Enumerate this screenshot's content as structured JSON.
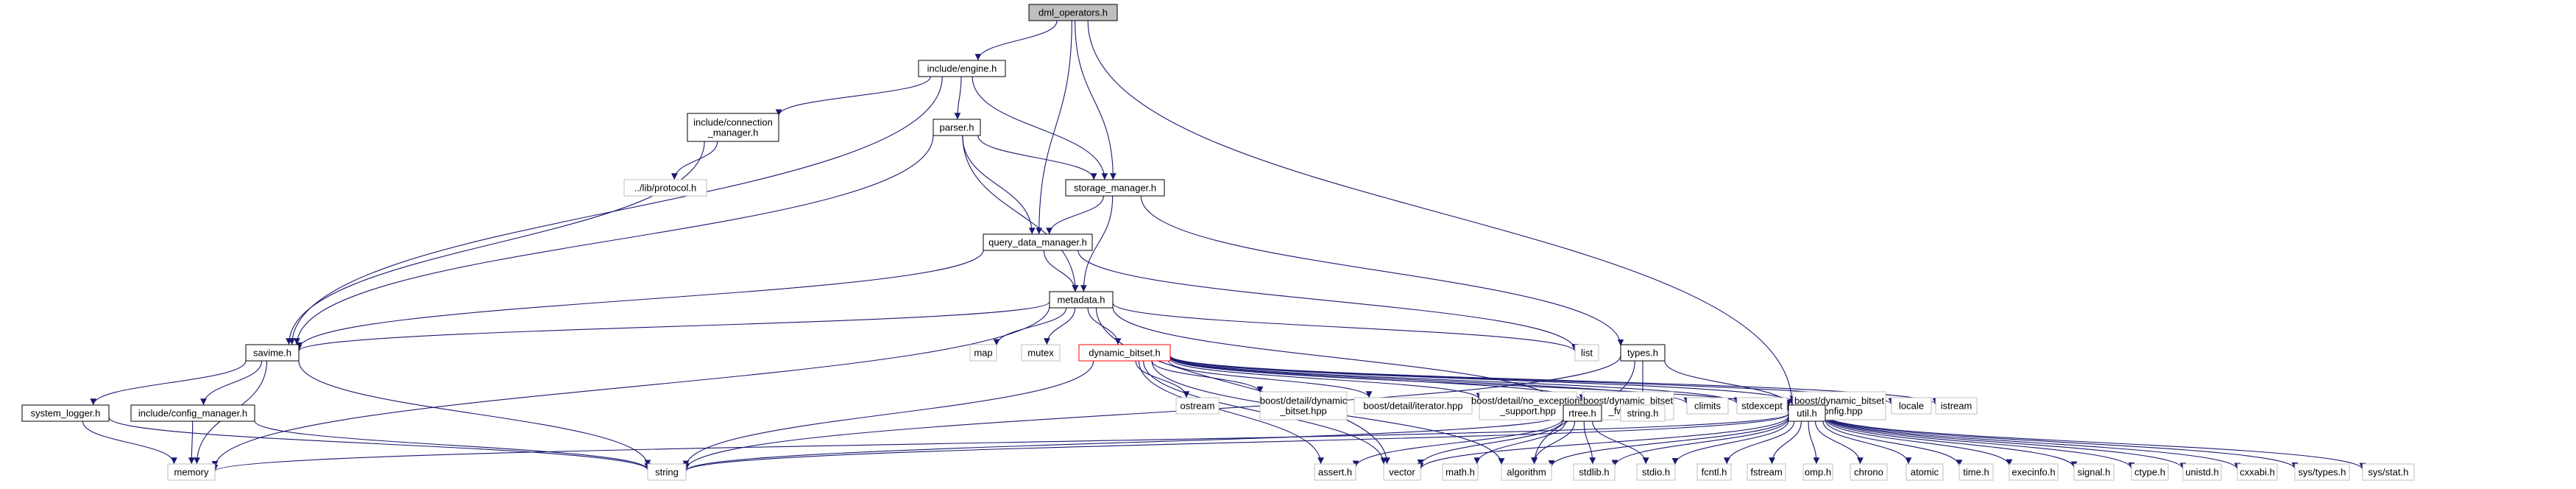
{
  "colors": {
    "edge": "#191970",
    "node_border": "#000000",
    "ext_border": "#bfbfbf",
    "warn_border": "#ff0000",
    "root_fill": "#bfbfbf"
  },
  "nodes": {
    "dml": {
      "lines": [
        "dml_operators.h"
      ],
      "style": "root"
    },
    "engine": {
      "lines": [
        "include/engine.h"
      ],
      "style": "normal"
    },
    "conn": {
      "lines": [
        "include/connection",
        "_manager.h"
      ],
      "style": "normal"
    },
    "protocol": {
      "lines": [
        "../lib/protocol.h"
      ],
      "style": "ext"
    },
    "parser": {
      "lines": [
        "parser.h"
      ],
      "style": "normal"
    },
    "storage": {
      "lines": [
        "storage_manager.h"
      ],
      "style": "normal"
    },
    "query": {
      "lines": [
        "query_data_manager.h"
      ],
      "style": "normal"
    },
    "metadata": {
      "lines": [
        "metadata.h"
      ],
      "style": "normal"
    },
    "savime": {
      "lines": [
        "savime.h"
      ],
      "style": "normal"
    },
    "map": {
      "lines": [
        "map"
      ],
      "style": "ext"
    },
    "mutex": {
      "lines": [
        "mutex"
      ],
      "style": "ext"
    },
    "dynbit": {
      "lines": [
        "dynamic_bitset.h"
      ],
      "style": "warn"
    },
    "list": {
      "lines": [
        "list"
      ],
      "style": "ext"
    },
    "types": {
      "lines": [
        "types.h"
      ],
      "style": "normal"
    },
    "syslog": {
      "lines": [
        "system_logger.h"
      ],
      "style": "normal"
    },
    "config": {
      "lines": [
        "include/config_manager.h"
      ],
      "style": "normal"
    },
    "ostream": {
      "lines": [
        "ostream"
      ],
      "style": "ext"
    },
    "bdd": {
      "lines": [
        "boost/detail/dynamic",
        "_bitset.hpp"
      ],
      "style": "ext"
    },
    "bdi": {
      "lines": [
        "boost/detail/iterator.hpp"
      ],
      "style": "ext"
    },
    "bdne": {
      "lines": [
        "boost/detail/no_exceptions",
        "_support.hpp"
      ],
      "style": "ext"
    },
    "bdbf": {
      "lines": [
        "boost/dynamic_bitset",
        "_fwd.hpp"
      ],
      "style": "ext"
    },
    "climits": {
      "lines": [
        "climits"
      ],
      "style": "ext"
    },
    "stdexcept": {
      "lines": [
        "stdexcept"
      ],
      "style": "ext"
    },
    "bdbc": {
      "lines": [
        "boost/dynamic_bitset",
        "/config.hpp"
      ],
      "style": "ext"
    },
    "locale": {
      "lines": [
        "locale"
      ],
      "style": "ext"
    },
    "istream": {
      "lines": [
        "istream"
      ],
      "style": "ext"
    },
    "rtree": {
      "lines": [
        "rtree.h"
      ],
      "style": "normal"
    },
    "stringh": {
      "lines": [
        "string.h"
      ],
      "style": "ext"
    },
    "util": {
      "lines": [
        "util.h"
      ],
      "style": "normal"
    },
    "memory": {
      "lines": [
        "memory"
      ],
      "style": "ext"
    },
    "string": {
      "lines": [
        "string"
      ],
      "style": "ext"
    },
    "assert": {
      "lines": [
        "assert.h"
      ],
      "style": "ext"
    },
    "vector": {
      "lines": [
        "vector"
      ],
      "style": "ext"
    },
    "math": {
      "lines": [
        "math.h"
      ],
      "style": "ext"
    },
    "algorithm": {
      "lines": [
        "algorithm"
      ],
      "style": "ext"
    },
    "stdlib": {
      "lines": [
        "stdlib.h"
      ],
      "style": "ext"
    },
    "stdio": {
      "lines": [
        "stdio.h"
      ],
      "style": "ext"
    },
    "fcntl": {
      "lines": [
        "fcntl.h"
      ],
      "style": "ext"
    },
    "fstream": {
      "lines": [
        "fstream"
      ],
      "style": "ext"
    },
    "omp": {
      "lines": [
        "omp.h"
      ],
      "style": "ext"
    },
    "chrono": {
      "lines": [
        "chrono"
      ],
      "style": "ext"
    },
    "atomic": {
      "lines": [
        "atomic"
      ],
      "style": "ext"
    },
    "time": {
      "lines": [
        "time.h"
      ],
      "style": "ext"
    },
    "execinfo": {
      "lines": [
        "execinfo.h"
      ],
      "style": "ext"
    },
    "signal": {
      "lines": [
        "signal.h"
      ],
      "style": "ext"
    },
    "ctype": {
      "lines": [
        "ctype.h"
      ],
      "style": "ext"
    },
    "unistd": {
      "lines": [
        "unistd.h"
      ],
      "style": "ext"
    },
    "cxxabi": {
      "lines": [
        "cxxabi.h"
      ],
      "style": "ext"
    },
    "systypes": {
      "lines": [
        "sys/types.h"
      ],
      "style": "ext"
    },
    "sysstat": {
      "lines": [
        "sys/stat.h"
      ],
      "style": "ext"
    }
  },
  "edges": [
    [
      "dml",
      "engine"
    ],
    [
      "dml",
      "storage"
    ],
    [
      "dml",
      "query"
    ],
    [
      "dml",
      "util"
    ],
    [
      "engine",
      "conn"
    ],
    [
      "engine",
      "parser"
    ],
    [
      "engine",
      "storage"
    ],
    [
      "engine",
      "savime"
    ],
    [
      "conn",
      "protocol"
    ],
    [
      "conn",
      "savime"
    ],
    [
      "parser",
      "storage"
    ],
    [
      "parser",
      "query"
    ],
    [
      "parser",
      "metadata"
    ],
    [
      "parser",
      "savime"
    ],
    [
      "storage",
      "query"
    ],
    [
      "storage",
      "metadata"
    ],
    [
      "storage",
      "types"
    ],
    [
      "query",
      "metadata"
    ],
    [
      "query",
      "list"
    ],
    [
      "query",
      "savime"
    ],
    [
      "metadata",
      "savime"
    ],
    [
      "metadata",
      "map"
    ],
    [
      "metadata",
      "mutex"
    ],
    [
      "metadata",
      "dynbit"
    ],
    [
      "metadata",
      "list"
    ],
    [
      "metadata",
      "rtree"
    ],
    [
      "metadata",
      "vector"
    ],
    [
      "metadata",
      "memory"
    ],
    [
      "savime",
      "syslog"
    ],
    [
      "savime",
      "config"
    ],
    [
      "savime",
      "memory"
    ],
    [
      "savime",
      "string"
    ],
    [
      "syslog",
      "memory"
    ],
    [
      "syslog",
      "string"
    ],
    [
      "config",
      "memory"
    ],
    [
      "config",
      "string"
    ],
    [
      "dynbit",
      "ostream"
    ],
    [
      "dynbit",
      "bdd"
    ],
    [
      "dynbit",
      "bdi"
    ],
    [
      "dynbit",
      "bdne"
    ],
    [
      "dynbit",
      "bdbf"
    ],
    [
      "dynbit",
      "climits"
    ],
    [
      "dynbit",
      "stdexcept"
    ],
    [
      "dynbit",
      "bdbc"
    ],
    [
      "dynbit",
      "locale"
    ],
    [
      "dynbit",
      "istream"
    ],
    [
      "dynbit",
      "string"
    ],
    [
      "dynbit",
      "vector"
    ],
    [
      "dynbit",
      "assert"
    ],
    [
      "dynbit",
      "algorithm"
    ],
    [
      "dynbit",
      "util"
    ],
    [
      "types",
      "stringh"
    ],
    [
      "types",
      "util"
    ],
    [
      "types",
      "string"
    ],
    [
      "types",
      "algorithm"
    ],
    [
      "rtree",
      "assert"
    ],
    [
      "rtree",
      "vector"
    ],
    [
      "rtree",
      "math"
    ],
    [
      "rtree",
      "algorithm"
    ],
    [
      "rtree",
      "stdlib"
    ],
    [
      "rtree",
      "stdio"
    ],
    [
      "rtree",
      "string"
    ],
    [
      "util",
      "memory"
    ],
    [
      "util",
      "string"
    ],
    [
      "util",
      "vector"
    ],
    [
      "util",
      "algorithm"
    ],
    [
      "util",
      "stdlib"
    ],
    [
      "util",
      "stdio"
    ],
    [
      "util",
      "fcntl"
    ],
    [
      "util",
      "fstream"
    ],
    [
      "util",
      "omp"
    ],
    [
      "util",
      "chrono"
    ],
    [
      "util",
      "atomic"
    ],
    [
      "util",
      "time"
    ],
    [
      "util",
      "execinfo"
    ],
    [
      "util",
      "signal"
    ],
    [
      "util",
      "ctype"
    ],
    [
      "util",
      "unistd"
    ],
    [
      "util",
      "cxxabi"
    ],
    [
      "util",
      "systypes"
    ],
    [
      "util",
      "sysstat"
    ]
  ]
}
